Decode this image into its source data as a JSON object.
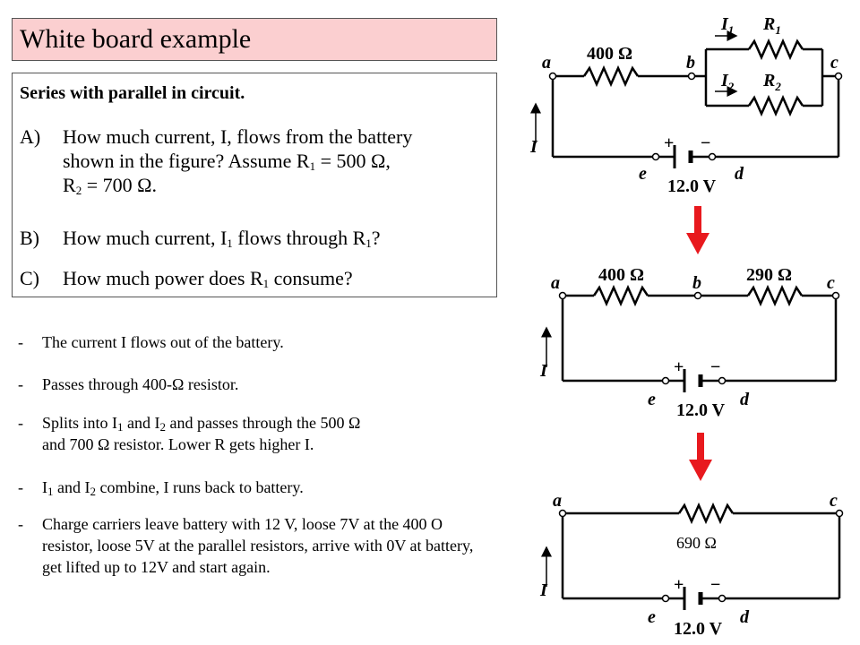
{
  "title": "White board example",
  "problem": {
    "heading": "Series with parallel in circuit.",
    "questions": [
      {
        "letter": "A)",
        "line1": "How much current, I, flows from the battery",
        "line2_before": "shown in the figure? Assume R",
        "line2_sub": "1",
        "line2_after": " = 500 Ω,",
        "line3_before": "R",
        "line3_sub": "2",
        "line3_after": " = 700 Ω."
      },
      {
        "letter": "B)",
        "before": "How much current, I",
        "sub1": "1",
        "middle": " flows through R",
        "sub2": "1",
        "after": "?"
      },
      {
        "letter": "C)",
        "before": "How much power does R",
        "sub1": "1",
        "after": " consume?"
      }
    ]
  },
  "bullets": {
    "dash": "-",
    "b1": "The current I flows out of the battery.",
    "b2": "Passes through 400-Ω  resistor.",
    "b3_a": "Splits  into I",
    "b3_sub1": "1",
    "b3_b": " and I",
    "b3_sub2": "2",
    "b3_c": " and passes through the 500  Ω",
    "b3_line2": "and 700  Ω  resistor. Lower R gets higher I.",
    "b4_a": "I",
    "b4_sub1": "1",
    "b4_b": " and I",
    "b4_sub2": "2",
    "b4_c": " combine, I runs back to battery.",
    "b5": "Charge carriers leave battery with 12 V, loose 7V at the 400 O resistor, loose 5V at the parallel resistors, arrive with 0V at battery, get lifted up to 12V and start again."
  },
  "circuit1": {
    "node_a": "a",
    "node_b": "b",
    "node_c": "c",
    "node_d": "d",
    "node_e": "e",
    "r_series": "400 Ω",
    "i1": "I",
    "i1_sub": "1",
    "r1": "R",
    "r1_sub": "1",
    "i2": "I",
    "i2_sub": "2",
    "r2": "R",
    "r2_sub": "2",
    "current": "I",
    "plus": "+",
    "minus": "−",
    "battery": "12.0 V"
  },
  "circuit2": {
    "node_a": "a",
    "node_b": "b",
    "node_c": "c",
    "node_d": "d",
    "node_e": "e",
    "r_series": "400 Ω",
    "r_equiv": "290 Ω",
    "current": "I",
    "plus": "+",
    "minus": "−",
    "battery": "12.0 V"
  },
  "circuit3": {
    "node_a": "a",
    "node_c": "c",
    "node_d": "d",
    "node_e": "e",
    "r_total": "690  Ω",
    "current": "I",
    "plus": "+",
    "minus": "−",
    "battery": "12.0 V"
  },
  "colors": {
    "title_bg": "#fbcfd0",
    "arrow_red": "#e8191e",
    "wire": "#000000"
  }
}
